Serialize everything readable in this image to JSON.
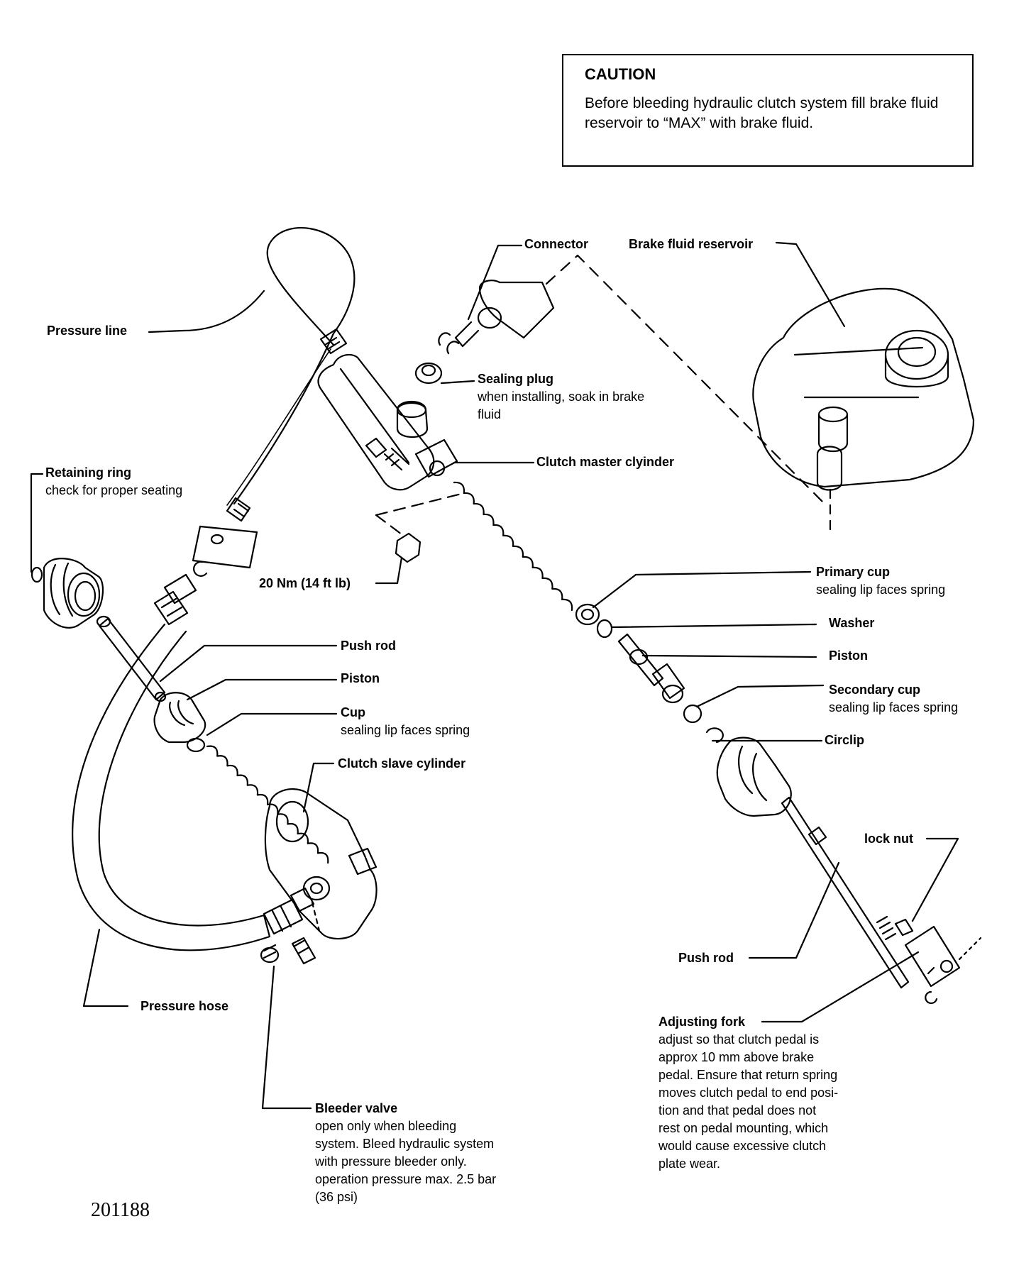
{
  "caution": {
    "title": "CAUTION",
    "text": "Before bleeding hydraulic clutch system fill brake fluid reservoir to “MAX” with brake fluid."
  },
  "labels": {
    "connector": {
      "name": "Connector"
    },
    "reservoir": {
      "name": "Brake fluid reservoir"
    },
    "pressure_line": {
      "name": "Pressure line"
    },
    "sealing_plug": {
      "name": "Sealing plug",
      "desc": [
        "when installing, soak in brake",
        "fluid"
      ]
    },
    "master_cylinder": {
      "name": "Clutch master clyinder"
    },
    "retaining_ring": {
      "name": "Retaining ring",
      "desc": [
        "check for proper seating"
      ]
    },
    "torque": {
      "name": "20 Nm (14 ft lb)"
    },
    "primary_cup": {
      "name": "Primary cup",
      "desc": [
        "sealing lip faces spring"
      ]
    },
    "washer": {
      "name": "Washer"
    },
    "push_rod_slave": {
      "name": "Push rod"
    },
    "piston_master": {
      "name": "Piston"
    },
    "piston_slave": {
      "name": "Piston"
    },
    "secondary_cup": {
      "name": "Secondary cup",
      "desc": [
        "sealing lip faces spring"
      ]
    },
    "cup": {
      "name": "Cup",
      "desc": [
        "sealing lip faces spring"
      ]
    },
    "circlip": {
      "name": "Circlip"
    },
    "slave_cylinder": {
      "name": "Clutch slave cylinder"
    },
    "lock_nut": {
      "name": "lock nut"
    },
    "push_rod_master": {
      "name": "Push rod"
    },
    "pressure_hose": {
      "name": "Pressure hose"
    },
    "adjusting_fork": {
      "name": "Adjusting fork",
      "desc": [
        "adjust so that clutch pedal is",
        "approx 10 mm above brake",
        "pedal. Ensure that return spring",
        "moves clutch pedal to end posi-",
        "tion and that pedal does not",
        "rest on pedal mounting, which",
        "would cause excessive clutch",
        "plate wear."
      ]
    },
    "bleeder_valve": {
      "name": "Bleeder valve",
      "desc": [
        "open only when bleeding",
        "system. Bleed hydraulic system",
        "with pressure bleeder only.",
        "operation pressure max. 2.5 bar",
        "(36 psi)"
      ]
    }
  },
  "figure_number": "201188"
}
